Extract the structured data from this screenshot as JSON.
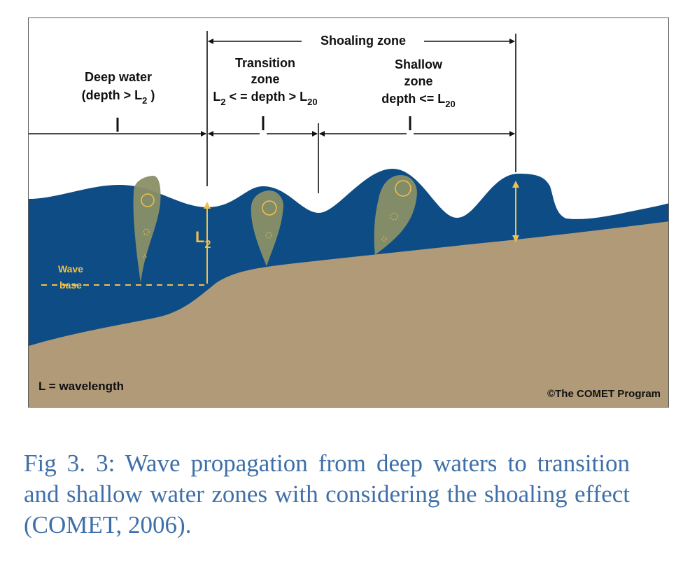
{
  "diagram": {
    "labels": {
      "shoaling_zone": "Shoaling zone",
      "deep_title": "Deep water",
      "deep_cond_prefix": "(depth > L",
      "deep_cond_sub": "2",
      "deep_cond_suffix": " )",
      "transition_l1": "Transition",
      "transition_l2": "zone",
      "transition_a_sub": "2",
      "transition_cond": " < = depth > L",
      "transition_b_sub": "20",
      "shallow_l1": "Shallow",
      "shallow_l2": "zone",
      "shallow_cond": "depth <= L",
      "shallow_sub": "20",
      "l_letter": "L",
      "half_sub": "2",
      "wave_base_l1": "Wave",
      "wave_base_l2": "base",
      "legend": "L = wavelength",
      "credit": "©The COMET Program"
    },
    "colors": {
      "water": "#0d4c85",
      "ground": "#b09a78",
      "orbit": "#8a8f66",
      "accent": "#f2c04a"
    }
  },
  "caption": "Fig 3. 3: Wave propagation from deep waters to transition and shallow water zones with considering the shoaling effect (COMET, 2006)."
}
